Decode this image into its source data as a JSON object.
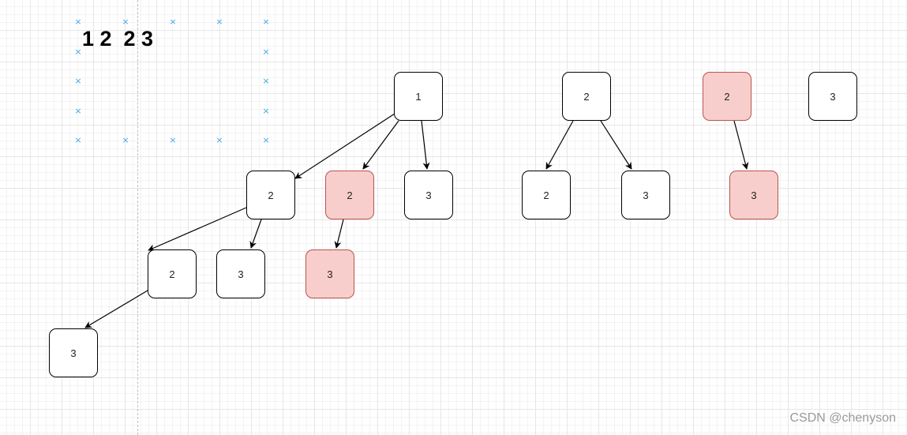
{
  "sequence_label": "1 2  2 3",
  "marker_glyph": "×",
  "colors": {
    "marker": "#3fa9e0",
    "node_border": "#000000",
    "node_fill": "#ffffff",
    "highlight_border": "#b85450",
    "highlight_fill": "#f8cecc",
    "edge": "#000000"
  },
  "nodes": [
    {
      "id": "n1",
      "label": "1",
      "highlighted": false
    },
    {
      "id": "n2",
      "label": "2",
      "highlighted": false
    },
    {
      "id": "n3",
      "label": "2",
      "highlighted": true
    },
    {
      "id": "n4",
      "label": "3",
      "highlighted": false
    },
    {
      "id": "n5",
      "label": "2",
      "highlighted": false
    },
    {
      "id": "n6",
      "label": "3",
      "highlighted": false
    },
    {
      "id": "n7",
      "label": "3",
      "highlighted": true
    },
    {
      "id": "n8",
      "label": "3",
      "highlighted": false
    },
    {
      "id": "n9",
      "label": "2",
      "highlighted": false
    },
    {
      "id": "n10",
      "label": "2",
      "highlighted": false
    },
    {
      "id": "n11",
      "label": "3",
      "highlighted": false
    },
    {
      "id": "n12",
      "label": "2",
      "highlighted": true
    },
    {
      "id": "n13",
      "label": "3",
      "highlighted": true
    },
    {
      "id": "n14",
      "label": "3",
      "highlighted": false
    }
  ],
  "edges": [
    {
      "from": "n1",
      "to": "n2"
    },
    {
      "from": "n1",
      "to": "n3"
    },
    {
      "from": "n1",
      "to": "n4"
    },
    {
      "from": "n2",
      "to": "n5"
    },
    {
      "from": "n2",
      "to": "n6"
    },
    {
      "from": "n3",
      "to": "n7"
    },
    {
      "from": "n5",
      "to": "n8"
    },
    {
      "from": "n9",
      "to": "n10"
    },
    {
      "from": "n9",
      "to": "n11"
    },
    {
      "from": "n12",
      "to": "n13"
    }
  ],
  "watermark": "CSDN @chenyson"
}
